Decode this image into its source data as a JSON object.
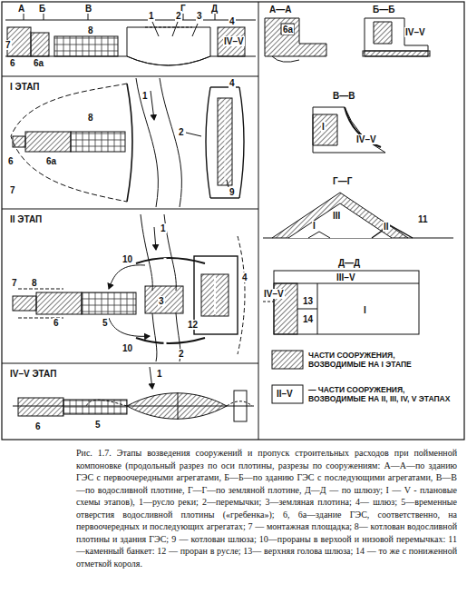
{
  "diagram": {
    "caption": "Рис. 1.7. Этапы возведения сооружений и пропуск строительных расходов при пойменной компоновке (продольный разрез по оси плотины, разрезы по сооружениям: А—А—по зданию ГЭС с первоочередными агрегатами, Б—Б—по зданию ГЭС с последующими агрегатами, В—В—по водосливной плотине, Г—Г—по земляной плотине, Д—Д — по шлюзу; I — V - плановые схемы этапов), 1—русло реки; 2—перемычки; 3—земляная плотина; 4— шлюз; 5—временные отверстия водосливной плотины («гребенка»); 6, 6а—здание ГЭС, соответственно, на первоочередных и последующих агрегатах; 7 — монтажная площадка; 8— котлован водосливной плотины и здания ГЭС; 9 — котлован шлюза; 10—прораны в верхоой и низовой перемычках: 11—каменный банкет: 12 — проран в русле; 13— верхняя голова шлюза; 14 — то же с пониженной отметкой короля.",
    "labels": [
      "А",
      "Б",
      "В",
      "Г",
      "Д",
      "1",
      "2",
      "3",
      "4",
      "7",
      "6",
      "6а",
      "8",
      "IV–V",
      "I ЭТАП",
      "1",
      "2",
      "4",
      "8",
      "9",
      "6",
      "6а",
      "7",
      "II ЭТАП",
      "1",
      "10",
      "3",
      "4",
      "5",
      "6",
      "7",
      "8",
      "12",
      "10",
      "2",
      "IV–V ЭТАП",
      "1",
      "6",
      "5",
      "А—А",
      "6а",
      "Б—Б",
      "IV–V",
      "В—В",
      "I",
      "IV–V",
      "Г—Г",
      "III",
      "I",
      "II",
      "11",
      "Д—Д",
      "III–V",
      "I",
      "IV–V",
      "13",
      "14",
      "II–V"
    ],
    "legend": [
      {
        "text": "ЧАСТИ СООРУЖЕНИЯ, ВОЗВОДИМЫЕ НА I ЭТАПЕ"
      },
      {
        "text": "— ЧАСТИ СООРУЖЕНИЯ, ВОЗВОДИМЫЕ НА II, III, IV, V ЭТАПАХ"
      }
    ]
  }
}
